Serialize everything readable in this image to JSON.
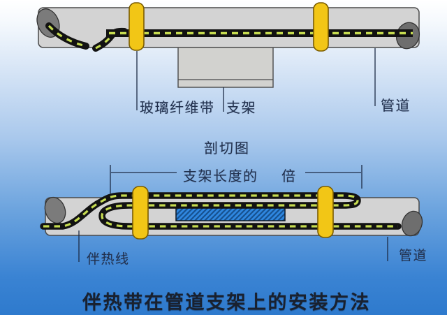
{
  "diagram": {
    "title": "伴热带在管道支架上的安装方法",
    "section_view": {
      "caption": "剖切图",
      "labels": {
        "tape": "玻璃纤维带",
        "bracket": "支架",
        "pipe": "管道"
      }
    },
    "installation_view": {
      "dimension": {
        "prefix": "支架长度的",
        "suffix": "倍"
      },
      "labels": {
        "heat_trace": "伴热线",
        "pipe": "管道"
      }
    },
    "colors": {
      "background_top": "#ffffff",
      "background_bottom": "#2e7acd",
      "pipe_fill": "#d3d3d3",
      "pipe_outline": "#4a4a4a",
      "pipe_end_cap": "#767676",
      "band_yellow": "#f2c616",
      "band_outline": "#7a5c00",
      "cable_black": "#121212",
      "cable_dash": "#c6dc50",
      "support_gray": "#d2d2cf",
      "support_plate_blue": "#2f87e0",
      "support_plate_hatch": "#16518f",
      "label_text": "#22314e",
      "title_text": "#19212f"
    }
  }
}
